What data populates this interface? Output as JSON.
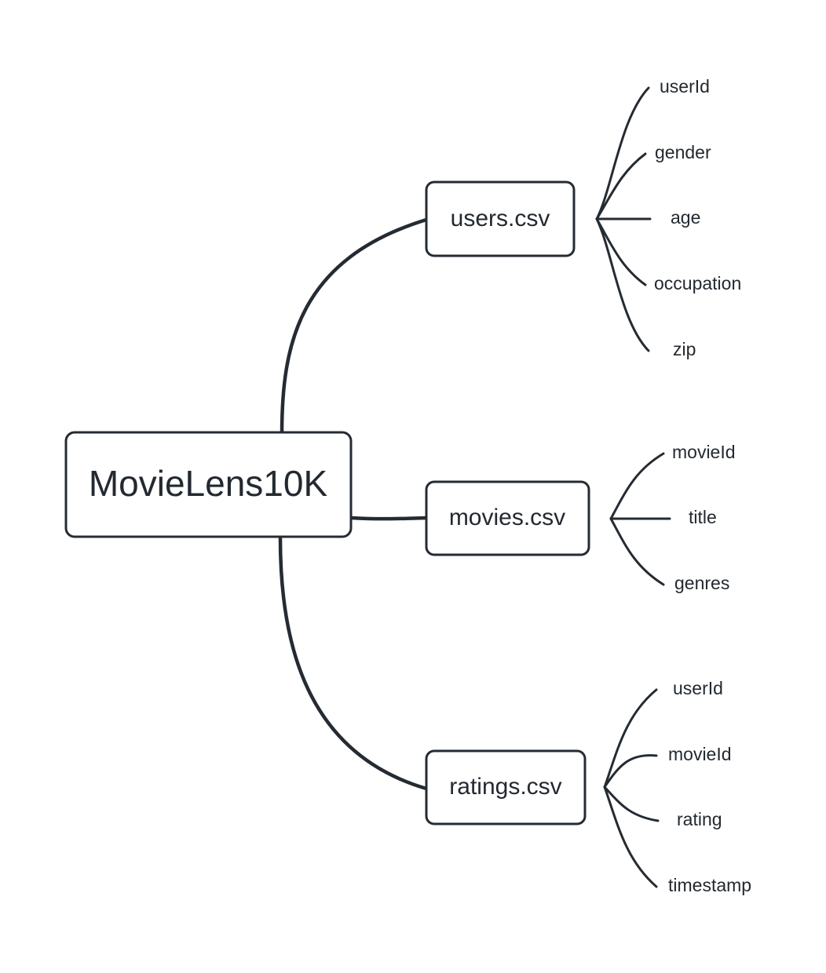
{
  "diagram": {
    "type": "mindmap",
    "title": "MovieLens10K",
    "background_color": "#ffffff",
    "stroke_color": "#252b33",
    "text_color": "#232930",
    "root": {
      "label": "MovieLens10K"
    },
    "branches": [
      {
        "id": "users",
        "label": "users.csv",
        "leaves": [
          {
            "label": "userId"
          },
          {
            "label": "gender"
          },
          {
            "label": "age"
          },
          {
            "label": "occupation"
          },
          {
            "label": "zip"
          }
        ]
      },
      {
        "id": "movies",
        "label": "movies.csv",
        "leaves": [
          {
            "label": "movieId"
          },
          {
            "label": "title"
          },
          {
            "label": "genres"
          }
        ]
      },
      {
        "id": "ratings",
        "label": "ratings.csv",
        "leaves": [
          {
            "label": "userId"
          },
          {
            "label": "movieId"
          },
          {
            "label": "rating"
          },
          {
            "label": "timestamp"
          }
        ]
      }
    ]
  }
}
